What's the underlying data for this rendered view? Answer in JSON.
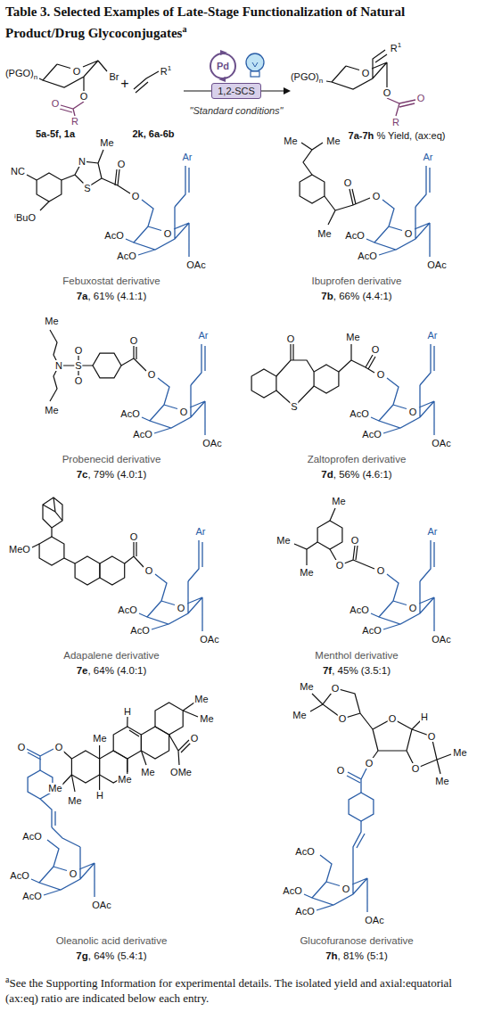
{
  "diagram": {
    "title": "Table 3. Selected Examples of Late-Stage Functionalization of Natural Product/Drug Glycoconjugates",
    "caption": "See the Supporting Information for experimental details. The isolated yield and axial:equatorial (ax:eq) ratio are indicated below each entry.",
    "nodes": [
      {
        "text": [
          "Pd"
        ]
      },
      {
        "text": [
          "1,2-SCS"
        ]
      }
    ],
    "labels": [
      "a",
      "(PGO)",
      "n",
      "O",
      "Br",
      "O",
      "O",
      "R",
      "5a-5f, 1a",
      "+",
      "R",
      "1",
      "2k, 6a-6b",
      "\"Standard conditions\"",
      "(PGO)",
      "n",
      "O",
      "R",
      "1",
      "O",
      "O",
      "R",
      "7a-7h",
      " % Yield, (ax:eq)",
      "Me",
      "N",
      "S",
      "NC",
      "ⁱBuO",
      "O",
      "O",
      "AcO",
      "AcO",
      "OAc",
      "Ar",
      "O",
      "Febuxostat derivative",
      "7a",
      ", 61% (4.1:1)",
      "Me",
      "Me",
      "Me",
      "O",
      "O",
      "AcO",
      "AcO",
      "OAc",
      "Ar",
      "O",
      "Ibuprofen derivative",
      "7b",
      ", 66% (4.4:1)",
      "Me",
      "O",
      "N",
      "S",
      "O",
      "Me",
      "O",
      "O",
      "AcO",
      "AcO",
      "OAc",
      "Ar",
      "O",
      "Probenecid derivative",
      "7c",
      ", 79% (4.0:1)",
      "O",
      "S",
      "Me",
      "O",
      "O",
      "AcO",
      "AcO",
      "OAc",
      "Ar",
      "O",
      "Zaltoprofen derivative",
      "7d",
      ", 56% (4.6:1)",
      "MeO",
      "O",
      "O",
      "AcO",
      "AcO",
      "OAc",
      "Ar",
      "O",
      "Adapalene derivative",
      "7e",
      ", 64% (4.0:1)",
      "Me",
      "Me",
      "Me",
      "O",
      "O",
      "O",
      "AcO",
      "AcO",
      "OAc",
      "Ar",
      "O",
      "Menthol derivative",
      "7f",
      ", 45% (3.5:1)",
      "O",
      "O",
      "Me",
      "Me",
      "Me",
      "H",
      "Me",
      "H",
      "Me",
      "Me",
      "Me",
      "O",
      "OMe",
      "AcO",
      "AcO",
      "AcO",
      "O",
      "OAc",
      "Oleanolic acid derivative",
      "7g",
      ", 64% (5.4:1)",
      "Me",
      "Me",
      "O",
      "O",
      "O",
      "H",
      "O",
      "O",
      "Me",
      "Me",
      "O",
      "O",
      "AcO",
      "AcO",
      "AcO",
      "O",
      "OAc",
      "Glucofuranose derivative",
      "7h",
      ", 81% (5:1)",
      "a"
    ]
  }
}
